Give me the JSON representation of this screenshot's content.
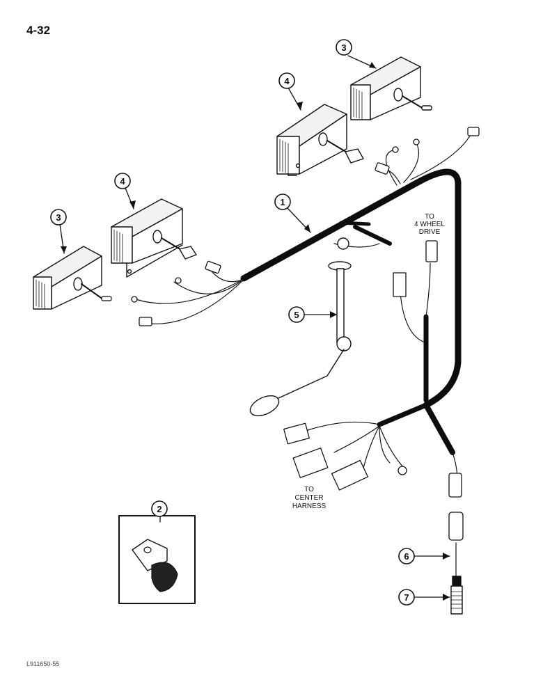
{
  "page_number": "4-32",
  "figure_id": "L911650-55",
  "callouts": [
    "1",
    "2",
    "3",
    "3",
    "4",
    "4",
    "5",
    "6",
    "7"
  ],
  "labels": {
    "to_4wd": [
      "TO",
      "4 WHEEL",
      "DRIVE"
    ],
    "to_center": [
      "TO",
      "CENTER",
      "HARNESS"
    ]
  },
  "colors": {
    "ink": "#111111",
    "harness": "#0d0d0d",
    "paper": "#ffffff"
  }
}
